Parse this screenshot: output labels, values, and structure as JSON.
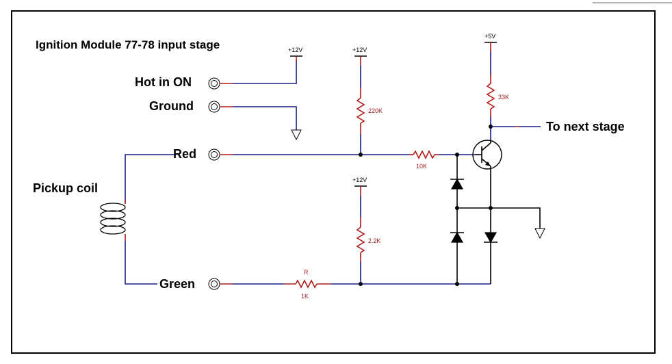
{
  "title": "Ignition Module 77-78 input stage",
  "terminals": {
    "hot": "Hot in ON",
    "ground": "Ground",
    "red": "Red",
    "green": "Green",
    "pickup": "Pickup coil",
    "next": "To next stage"
  },
  "supplies": {
    "hot_supply": "+12V",
    "r220_supply": "+12V",
    "r22_supply": "+12V",
    "transistor_supply": "+5V"
  },
  "components": {
    "r220k": "220K",
    "r10k": "10K",
    "r2_2k": "2.2K",
    "r_ref": "R",
    "r1k": "1K",
    "r33k": "33K"
  }
}
